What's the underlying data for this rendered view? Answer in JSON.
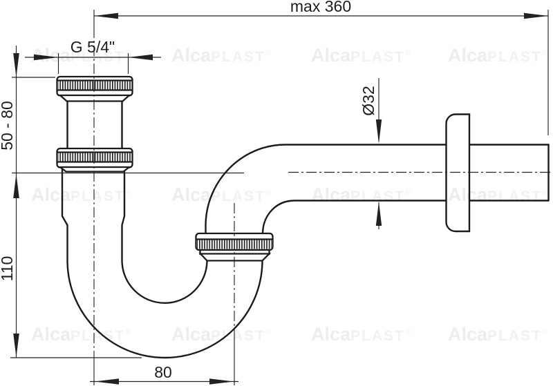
{
  "labels": {
    "max_width": "max 360",
    "thread_size": "G 5/4\"",
    "inlet_height_range": "50 - 80",
    "trap_depth": "110",
    "pipe_diameter": "Ø32",
    "outlet_offset": "80"
  },
  "watermark": {
    "alca": "Alca",
    "plast": "PLAST",
    "registered": "®"
  },
  "colors": {
    "line": "#1b1b1b",
    "dimension": "#222222",
    "watermark": "#ededed",
    "background": "#ffffff"
  }
}
